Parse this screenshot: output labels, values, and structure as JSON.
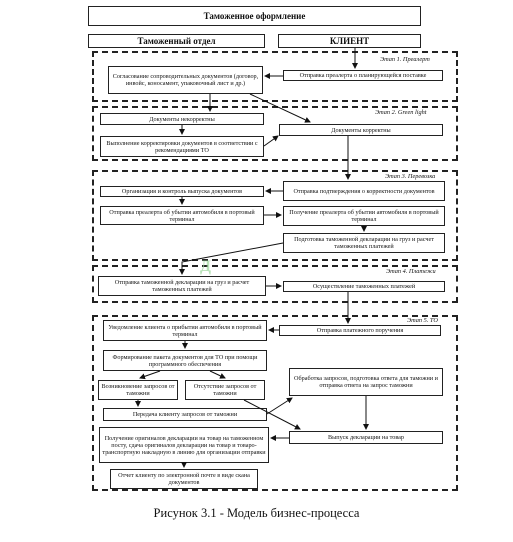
{
  "title": "Таможенное оформление",
  "columns": {
    "left": "Таможенный отдел",
    "right": "КЛИЕНТ"
  },
  "stages": [
    "Этап 1. Преалерт",
    "Этап 2. Green light",
    "Этап 3. Перевозка",
    "Этап 4. Платежи",
    "Этап 5. ТО"
  ],
  "nodes": {
    "s1_docs": "Согласование сопроводительных документов (договор, инвойс, коносамент, упаковочный лист и др.)",
    "s1_prealert": "Отправка преалерта о планирующейся поставке",
    "s2_incorrect": "Документы некорректны",
    "s2_fix": "Выполнение корректировки документов в соответствии с рекомендациями ТО",
    "s2_correct": "Документы корректны",
    "s3_confirm": "Отправка подтверждения о корректности документов",
    "s3_organize": "Организация и контроль выпуска документов",
    "s3_send_prealert": "Отправка преалерта об убытии автомобиля в портовый терминал",
    "s3_receive_prealert": "Получение преалерта об убытии автомобиля в портовый терминал",
    "s3_prepare": "Подготовка таможенной декларации на груз и расчет таможенных платежей",
    "s4_send_decl": "Отправка таможенной декларации на груз и расчет таможенных платежей",
    "s4_pay": "Осуществление таможенных платежей",
    "s5_notify": "Уведомление клиента о прибытии автомобиля в портовый терминал",
    "s5_payment_order": "Отправка платежного поручения",
    "s5_package": "Формирование пакета документов для ТО при помощи программного обеспечения",
    "s5_requests": "Возникновение запросов от таможни",
    "s5_no_requests": "Отсутствие запросов от таможни",
    "s5_process": "Обработка запросов, подготовка ответа для таможни и отправка ответа на запрос таможни",
    "s5_transfer": "Передача клиенту запросов от таможни",
    "s5_originals": "Получение оригиналов декларации на товар на таможенном посту, сдача оригиналов декларации на товар и товаро-транспортную накладную в линию для организации отправки",
    "s5_release": "Выпуск декларации на товар",
    "s5_report": "Отчет клиенту по электронной почте в виде скана документов"
  },
  "caption": "Рисунок 3.1 - Модель бизнес-процесса"
}
